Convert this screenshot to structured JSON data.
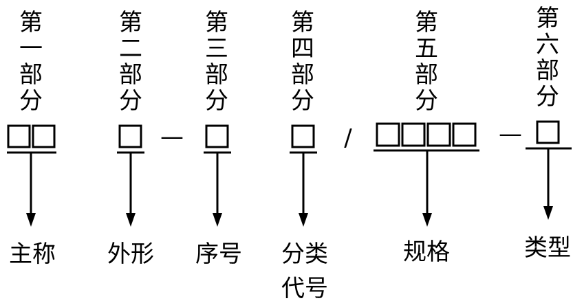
{
  "diagram": {
    "parts": [
      {
        "title": "第一部分",
        "label": "主称"
      },
      {
        "title": "第二部分",
        "label": "外形"
      },
      {
        "title": "第三部分",
        "label": "序号"
      },
      {
        "title": "第四部分",
        "label": "分类",
        "label_line2": "代号"
      },
      {
        "title": "第五部分",
        "label": "规格"
      },
      {
        "title": "第六部分",
        "label": "类型"
      }
    ],
    "separators": [
      "—",
      "/",
      "—"
    ],
    "box_counts": [
      2,
      1,
      1,
      1,
      4,
      1
    ]
  }
}
